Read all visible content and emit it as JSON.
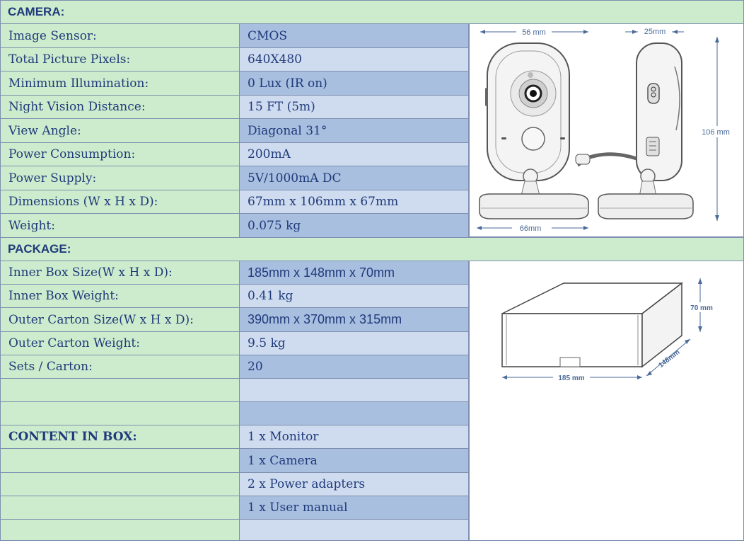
{
  "camera": {
    "heading": "CAMERA:",
    "specs": [
      {
        "label": "Image Sensor:",
        "value": "CMOS"
      },
      {
        "label": "Total Picture Pixels:",
        "value": "640X480"
      },
      {
        "label": "Minimum Illumination:",
        "value": "0 Lux (IR on)"
      },
      {
        "label": "Night Vision Distance:",
        "value": "15 FT (5m)"
      },
      {
        "label": "View Angle:",
        "value": "Diagonal 31°"
      },
      {
        "label": "Power Consumption:",
        "value": "200mA"
      },
      {
        "label": "Power Supply:",
        "value": "5V/1000mA DC"
      },
      {
        "label": "Dimensions (W x H x D):",
        "value": "67mm x 106mm x 67mm"
      },
      {
        "label": "Weight:",
        "value": "0.075 kg"
      }
    ],
    "diagram": {
      "width_label": "56 mm",
      "depth_label": "25mm",
      "height_label": "106 mm",
      "base_label": "66mm"
    }
  },
  "package": {
    "heading": "PACKAGE:",
    "specs": [
      {
        "label": "Inner Box Size(W x H x D):",
        "value": "185mm x 148mm x 70mm"
      },
      {
        "label": "Inner Box Weight:",
        "value": "0.41 kg"
      },
      {
        "label": "Outer Carton Size(W x H x D):",
        "value": "390mm x 370mm x 315mm"
      },
      {
        "label": "Outer Carton Weight:",
        "value": "9.5 kg"
      },
      {
        "label": "Sets / Carton:",
        "value": "20"
      }
    ],
    "diagram": {
      "height_label": "70 mm",
      "depth_label": "148mm",
      "width_label": "185 mm"
    }
  },
  "content": {
    "heading": "CONTENT IN BOX:",
    "items": [
      "1 x Monitor",
      "1 x Camera",
      "2 x Power adapters",
      "1 x User manual"
    ]
  }
}
